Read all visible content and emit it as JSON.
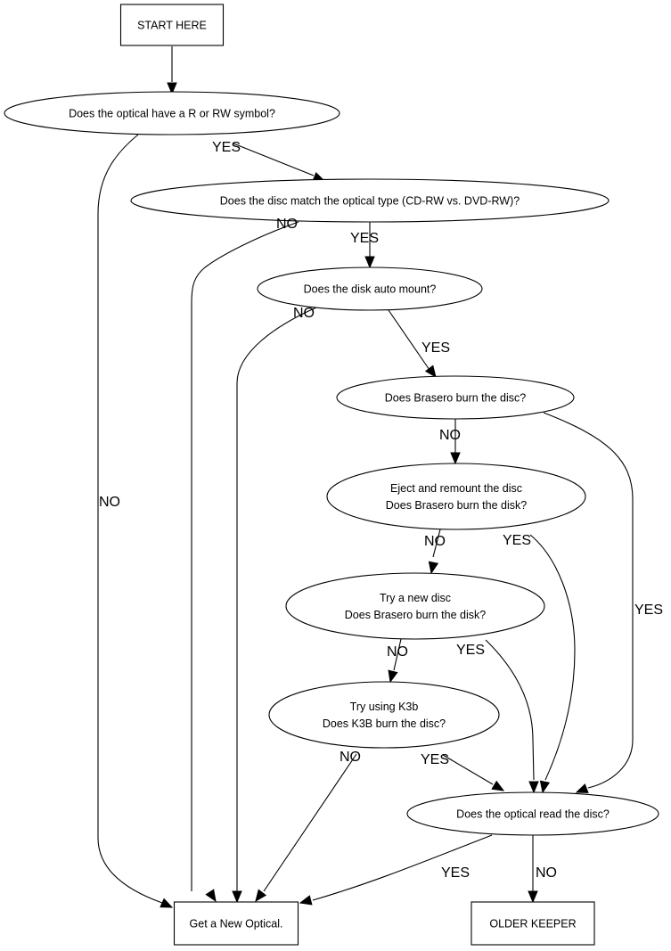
{
  "diagram": {
    "type": "flowchart",
    "terminal_color": "#FFA500",
    "nodes": [
      {
        "id": "start",
        "shape": "box-bold",
        "lines": [
          "START HERE"
        ]
      },
      {
        "id": "q_rw_symbol",
        "shape": "ellipse",
        "lines": [
          "Does the optical have a R or RW symbol?"
        ]
      },
      {
        "id": "q_disc_match",
        "shape": "ellipse",
        "lines": [
          "Does the disc match the optical type (CD-RW vs. DVD-RW)?"
        ]
      },
      {
        "id": "q_auto_mount",
        "shape": "ellipse",
        "lines": [
          "Does the disk auto mount?"
        ]
      },
      {
        "id": "q_brasero",
        "shape": "ellipse",
        "lines": [
          "Does Brasero burn the disc?"
        ]
      },
      {
        "id": "q_eject_remount",
        "shape": "ellipse",
        "lines": [
          "Eject and remount the disc",
          "Does Brasero burn the disk?"
        ]
      },
      {
        "id": "q_new_disc",
        "shape": "ellipse",
        "lines": [
          "Try a new disc",
          "Does Brasero burn the disk?"
        ]
      },
      {
        "id": "q_k3b",
        "shape": "ellipse",
        "lines": [
          "Try using K3b",
          "Does K3B burn the disc?"
        ]
      },
      {
        "id": "q_optical_read",
        "shape": "ellipse",
        "lines": [
          "Does the optical read the disc?"
        ]
      },
      {
        "id": "new_optical",
        "shape": "box-orange",
        "lines": [
          "Get a New Optical."
        ]
      },
      {
        "id": "older_keeper",
        "shape": "box-orange",
        "lines": [
          "OLDER KEEPER"
        ]
      }
    ],
    "edges": [
      {
        "from": "start",
        "to": "q_rw_symbol",
        "label": ""
      },
      {
        "from": "q_rw_symbol",
        "to": "q_disc_match",
        "label": "YES"
      },
      {
        "from": "q_rw_symbol",
        "to": "new_optical",
        "label": "NO"
      },
      {
        "from": "q_disc_match",
        "to": "q_auto_mount",
        "label": "YES"
      },
      {
        "from": "q_disc_match",
        "to": "new_optical",
        "label": "NO"
      },
      {
        "from": "q_auto_mount",
        "to": "q_brasero",
        "label": "YES"
      },
      {
        "from": "q_auto_mount",
        "to": "new_optical",
        "label": "NO"
      },
      {
        "from": "q_brasero",
        "to": "q_eject_remount",
        "label": "NO"
      },
      {
        "from": "q_brasero",
        "to": "q_optical_read",
        "label": "YES"
      },
      {
        "from": "q_eject_remount",
        "to": "q_new_disc",
        "label": "NO"
      },
      {
        "from": "q_eject_remount",
        "to": "q_optical_read",
        "label": "YES"
      },
      {
        "from": "q_new_disc",
        "to": "q_k3b",
        "label": "NO"
      },
      {
        "from": "q_new_disc",
        "to": "q_optical_read",
        "label": "YES"
      },
      {
        "from": "q_k3b",
        "to": "new_optical",
        "label": "NO"
      },
      {
        "from": "q_k3b",
        "to": "q_optical_read",
        "label": "YES"
      },
      {
        "from": "q_optical_read",
        "to": "new_optical",
        "label": "YES"
      },
      {
        "from": "q_optical_read",
        "to": "older_keeper",
        "label": "NO"
      }
    ]
  }
}
